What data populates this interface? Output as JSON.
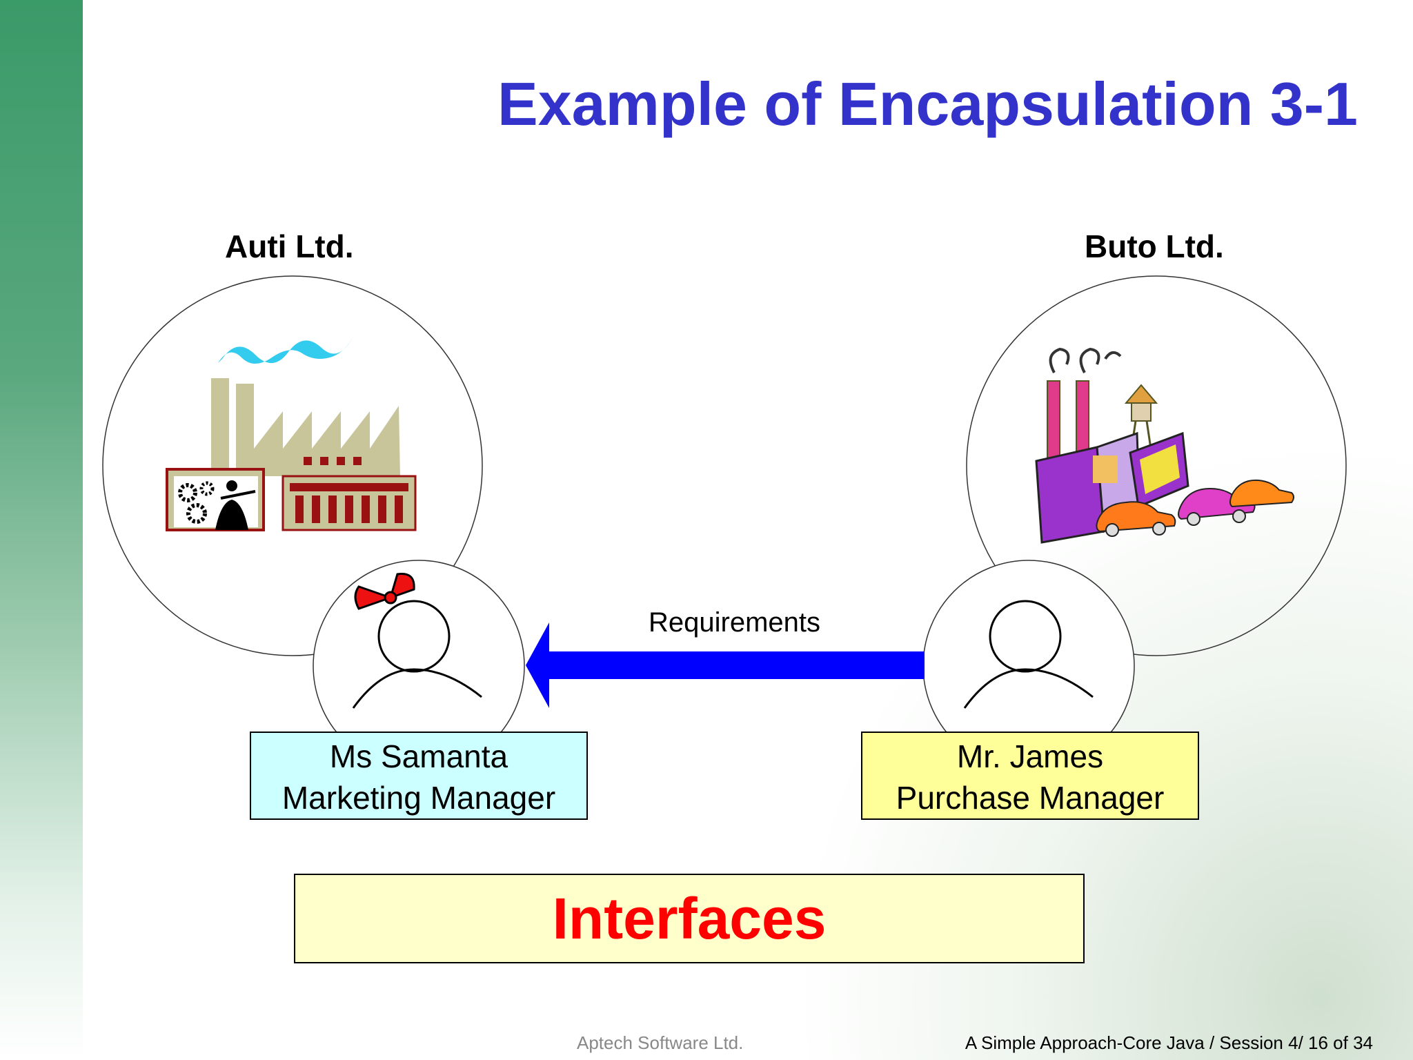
{
  "slide": {
    "title": "Example of Encapsulation 3-1"
  },
  "companies": {
    "left": "Auti Ltd.",
    "right": "Buto Ltd."
  },
  "people": {
    "left": {
      "name": "Ms Samanta",
      "role": "Marketing Manager",
      "box_color": "#ccffff"
    },
    "right": {
      "name": "Mr. James",
      "role": "Purchase Manager",
      "box_color": "#ffff99"
    }
  },
  "arrow": {
    "label": "Requirements",
    "color": "#0000ff"
  },
  "callout": {
    "text": "Interfaces"
  },
  "footer": {
    "left": "Aptech Software Ltd.",
    "right": "A Simple Approach-Core Java / Session 4/ 16 of 34"
  },
  "colors": {
    "title": "#3333cc",
    "accent_band": "#3a9a68",
    "callout_text": "#ff0000"
  }
}
